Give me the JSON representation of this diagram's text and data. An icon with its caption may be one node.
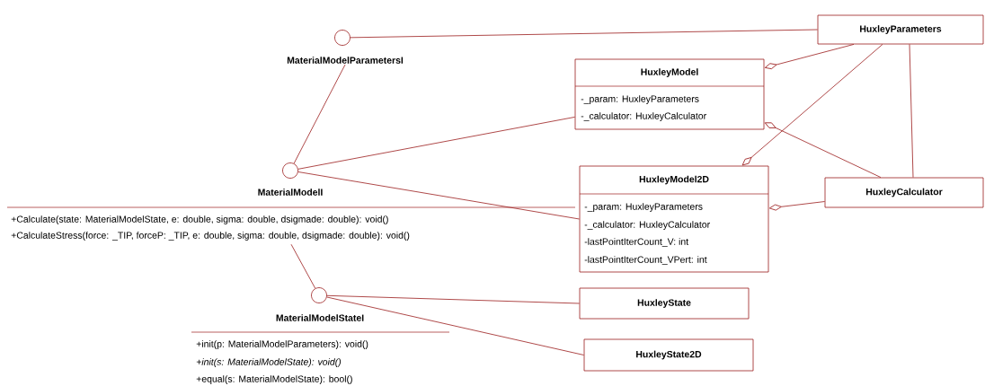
{
  "diagram": {
    "nodes": [
      {
        "text": [
          "MaterialModelParametersI"
        ]
      },
      {
        "text": [
          "MaterialModelI",
          "+Calculate(state: MaterialModelState, e: double, sigma: double, dsigmade: double): void()",
          "+CalculateStress(force: _TIP, forceP: _TIP, e: double, sigma: double, dsigmade: double): void()"
        ]
      },
      {
        "text": [
          "MaterialModelStateI",
          "+init(p: MaterialModelParameters): void()",
          "+init(s: MaterialModelState): void()",
          "+equal(s: MaterialModelState): bool()"
        ]
      },
      {
        "text": [
          "HuxleyParameters"
        ]
      },
      {
        "text": [
          "HuxleyModel",
          "-_param: HuxleyParameters",
          "-_calculator: HuxleyCalculator"
        ]
      },
      {
        "text": [
          "HuxleyModel2D",
          "-_param: HuxleyParameters",
          "-_calculator: HuxleyCalculator",
          "-lastPointIterCount_V: int",
          "-lastPointIterCount_VPert: int"
        ]
      },
      {
        "text": [
          "HuxleyCalculator"
        ]
      },
      {
        "text": [
          "HuxleyState"
        ]
      },
      {
        "text": [
          "HuxleyState2D"
        ]
      }
    ],
    "edges": [
      {
        "from": 0,
        "to": 3,
        "arrow": "none"
      },
      {
        "from": 0,
        "to": 1,
        "arrow": "none"
      },
      {
        "from": 1,
        "to": 4,
        "arrow": "none"
      },
      {
        "from": 1,
        "to": 5,
        "arrow": "none"
      },
      {
        "from": 1,
        "to": 2,
        "arrow": "none"
      },
      {
        "from": 2,
        "to": 7,
        "arrow": "none"
      },
      {
        "from": 2,
        "to": 8,
        "arrow": "none"
      },
      {
        "from": 3,
        "to": 4,
        "arrow": "other"
      },
      {
        "from": 3,
        "to": 5,
        "arrow": "other"
      },
      {
        "from": 3,
        "to": 6,
        "arrow": "none"
      },
      {
        "from": 6,
        "to": 4,
        "arrow": "other"
      },
      {
        "from": 6,
        "to": 5,
        "arrow": "other"
      }
    ]
  }
}
